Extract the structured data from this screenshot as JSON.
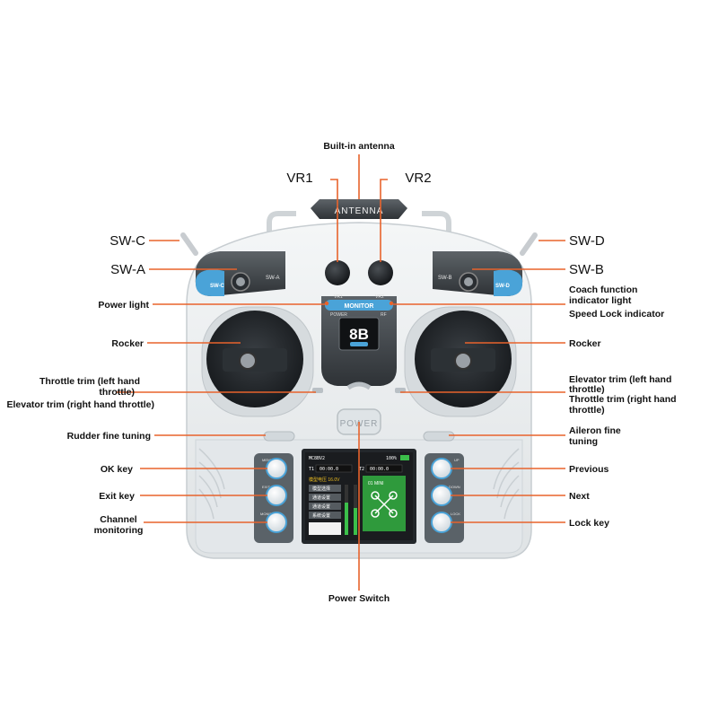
{
  "colors": {
    "callout": "#e8632c",
    "body": "#e9eced",
    "accent_blue": "#4aa3d8",
    "screen_green": "#2f9a3c"
  },
  "labels": {
    "antenna": "Built-in antenna",
    "vr1": "VR1",
    "vr2": "VR2",
    "sw_c": "SW-C",
    "sw_d": "SW-D",
    "sw_a": "SW-A",
    "sw_b": "SW-B",
    "power_light": "Power light",
    "coach_line1": "Coach function",
    "coach_line2": "indicator light",
    "speed_lock": "Speed Lock indicator",
    "rocker_left": "Rocker",
    "rocker_right": "Rocker",
    "throttle_trim_lh_line1": "Throttle trim (left hand",
    "throttle_trim_lh_line2": "throttle)",
    "elevator_trim_rh": "Elevator trim (right hand throttle)",
    "elevator_trim_lh_line1": "Elevator trim (left hand",
    "elevator_trim_lh_line2": "throttle)",
    "throttle_trim_rh_line1": "Throttle trim (right hand",
    "throttle_trim_rh_line2": "throttle)",
    "rudder_fine": "Rudder fine tuning",
    "aileron_line1": "Aileron fine",
    "aileron_line2": "tuning",
    "ok_key": "OK key",
    "exit_key": "Exit key",
    "channel_line1": "Channel",
    "channel_line2": "monitoring",
    "previous": "Previous",
    "next": "Next",
    "lock_key": "Lock key",
    "power_switch": "Power Switch"
  },
  "device": {
    "antenna_plate": "ANTENNA",
    "sw_c_plate": "SW-C",
    "sw_a_plate": "SW-A",
    "sw_b_plate": "SW-B",
    "sw_d_plate": "SW-D",
    "monitor_label": "MONITOR",
    "vr1_mark": "VR1",
    "vr2_mark": "VR2",
    "power_mark": "POWER",
    "rf_mark": "RF",
    "display_value": "8B",
    "power_button": "POWER",
    "left_keys": [
      "MENU",
      "EXIT",
      "MONITOR"
    ],
    "right_keys": [
      "UP",
      "DOWN",
      "LOCK"
    ]
  },
  "screen": {
    "header": "MC8BV2",
    "battery": "100%",
    "t1_label": "T1",
    "t1_time": "00:00.0",
    "t2_label": "T2",
    "t2_time": "00:00.0",
    "voltage_line": "模型电压 16.0V",
    "menu_items": [
      "模型选择",
      "通道设置",
      "通道设置",
      "系统设置"
    ],
    "model_name": "01 MINI"
  }
}
